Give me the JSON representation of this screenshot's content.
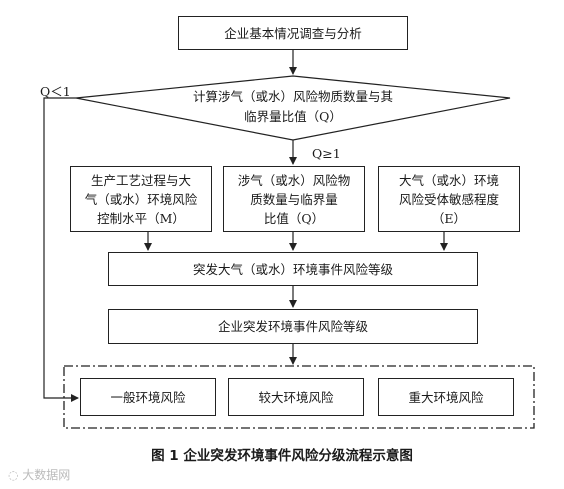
{
  "nodes": {
    "survey": "企业基本情况调查与分析",
    "calc_line1": "计算涉气（或水）风险物质数量与其",
    "calc_line2": "临界量比值（Q）",
    "process_line1": "生产工艺过程与大",
    "process_line2": "气（或水）环境风险",
    "process_line3": "控制水平（M）",
    "ratio_line1": "涉气（或水）风险物",
    "ratio_line2": "质数量与临界量",
    "ratio_line3": "比值（Q）",
    "receptor_line1": "大气（或水）环境",
    "receptor_line2": "风险受体敏感程度",
    "receptor_line3": "（E）",
    "env_event_level": "突发大气（或水）环境事件风险等级",
    "enterprise_level": "企业突发环境事件风险等级",
    "general_risk": "一般环境风险",
    "larger_risk": "较大环境风险",
    "major_risk": "重大环境风险"
  },
  "edge_labels": {
    "q_less": "Q＜1",
    "q_geq": "Q≥1"
  },
  "caption": "图 1  企业突发环境事件风险分级流程示意图",
  "watermark": "大数据网"
}
